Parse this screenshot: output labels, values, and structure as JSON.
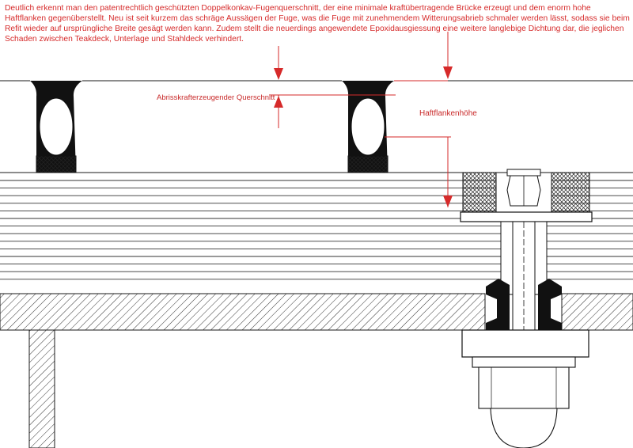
{
  "description": "Deutlich erkennt man den patentrechtlich geschützten Doppelkonkav-Fugenquerschnitt, der eine minimale kraftübertragende Brücke erzeugt und dem enorm hohe Haftflanken gegenüberstellt. Neu ist seit kurzem das schräge Aussägen der Fuge, was die Fuge mit zunehmendem Witterungsabrieb schmaler werden lässt, sodass sie beim Refit wieder auf ursprüngliche Breite gesägt werden kann. Zudem stellt die neuerdings angewendete Epoxidausgiessung eine weitere langlebige Dichtung dar, die jeglichen Schaden zwischen Teakdeck, Unterlage und Stahldeck verhindert.",
  "labels": {
    "cross_section": "Abrisskrafterzeugender Querschnitt",
    "flank_height": "Haftflankenhöhe"
  },
  "colors": {
    "annotation": "#d62a2a",
    "line": "#1a1a1a",
    "sealant": "#111111",
    "paper": "#ffffff"
  }
}
